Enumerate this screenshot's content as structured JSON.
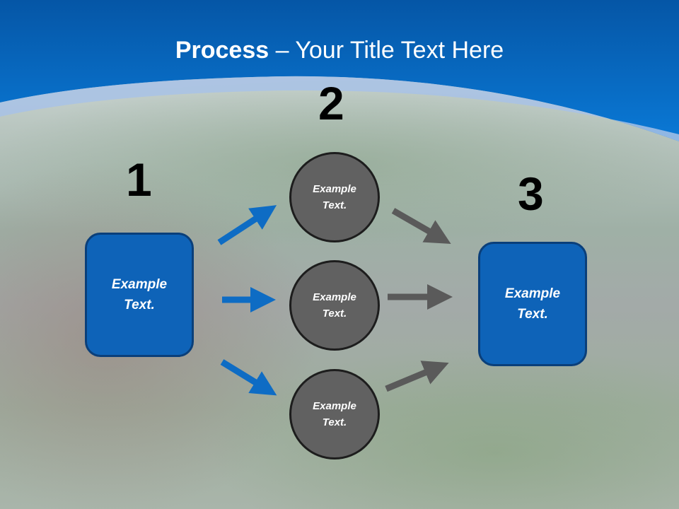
{
  "title": {
    "bold": "Process",
    "rest": " – Your Title Text Here"
  },
  "steps": [
    {
      "number": "1",
      "label": "Example Text."
    },
    {
      "number": "2",
      "label": "Example Text."
    },
    {
      "number": "3",
      "label": "Example Text."
    }
  ],
  "circles": [
    {
      "label": "Example Text."
    },
    {
      "label": "Example Text."
    },
    {
      "label": "Example Text."
    }
  ],
  "colors": {
    "header": "#0a6cc9",
    "box": "#0e63b8",
    "circle": "#616161",
    "blue_arrow": "#0e6cc4",
    "gray_arrow": "#5a5a5a"
  }
}
